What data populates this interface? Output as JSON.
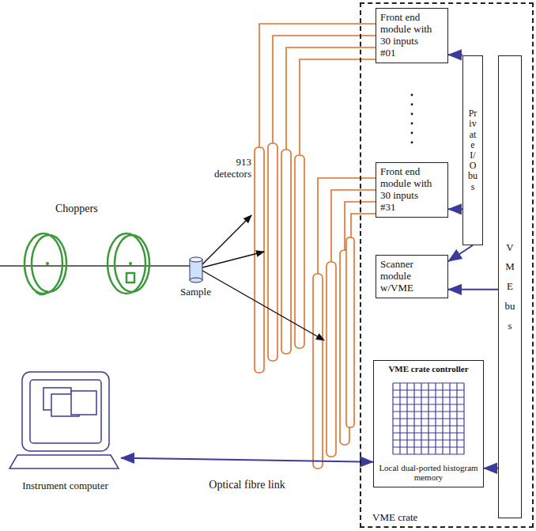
{
  "diagram": {
    "nodes": [
      {
        "text": [
          "VME crate"
        ]
      },
      {
        "text": [
          "Front end module with 30 inputs #01"
        ],
        "in": 0
      },
      {
        "text": [
          "Private I/O bus"
        ],
        "in": 0
      },
      {
        "text": [
          "Front end module with 30 inputs #31"
        ],
        "in": 0
      },
      {
        "text": [
          "Scanner module w/VME"
        ],
        "in": 0
      },
      {
        "text": [
          "VME bus"
        ],
        "in": 0
      },
      {
        "text": [
          "VME crate controller",
          "Local dual-ported histogram memory"
        ],
        "in": 0
      },
      {
        "text": [
          "Instrument computer"
        ]
      }
    ],
    "edges": [
      {
        "from": 2,
        "to": 1,
        "arrow": "to"
      },
      {
        "from": 2,
        "to": 3,
        "arrow": "to"
      },
      {
        "from": 2,
        "to": 4,
        "arrow": "to"
      },
      {
        "from": 5,
        "to": 4,
        "arrow": "to"
      },
      {
        "from": 5,
        "to": 6,
        "arrow": "to"
      },
      {
        "from": 6,
        "to": 7,
        "arrow": "both",
        "label": "Optical fibre link"
      }
    ],
    "labels": [
      "Choppers",
      "913 detectors",
      "Sample"
    ]
  }
}
